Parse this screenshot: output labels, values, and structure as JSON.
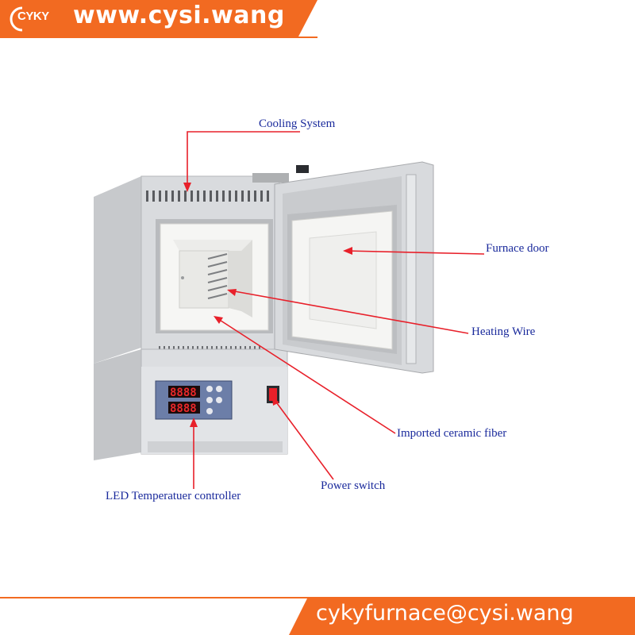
{
  "header": {
    "logo_text": "CYKY",
    "url": "www.cysi.wang"
  },
  "footer": {
    "email": "cykyfurnace@cysi.wang"
  },
  "callouts": {
    "cooling_system": "Cooling  System",
    "furnace_door": "Furnace door",
    "heating_wire": "Heating Wire",
    "imported_ceramic_fiber": "Imported ceramic fiber",
    "power_switch": "Power switch",
    "led_controller": "LED Temperatuer controller"
  },
  "controller_display": {
    "pv": "8888",
    "sv": "8888"
  },
  "colors": {
    "banner": "#f26a21",
    "label_text": "#1a2a9c",
    "arrow": "#e8202a",
    "body_panel": "#d7d9dc",
    "ceramic": "#f4f4f2"
  },
  "icons": {
    "logo": "cyky-logo-icon"
  }
}
